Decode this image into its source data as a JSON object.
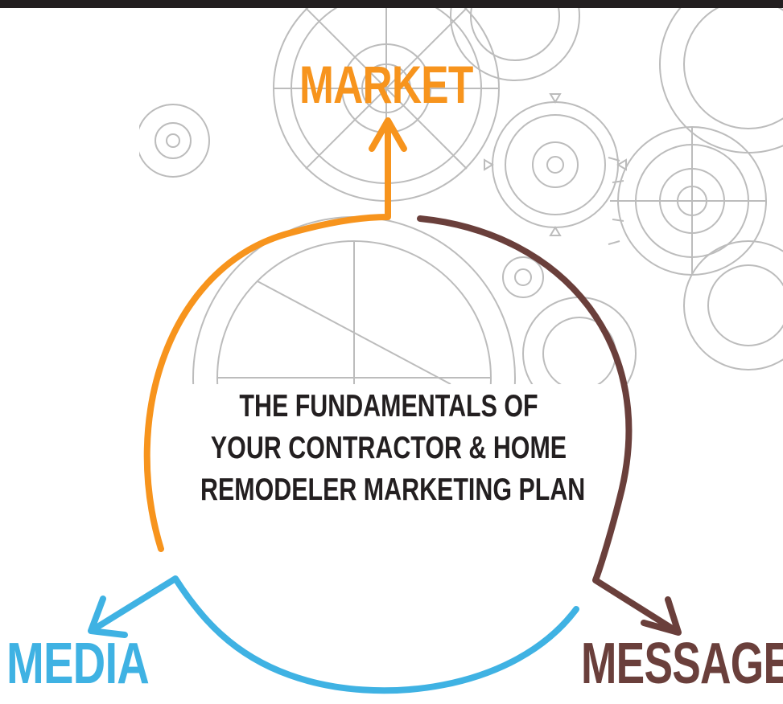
{
  "diagram": {
    "title_lines": [
      "THE FUNDAMENTALS OF",
      "YOUR CONTRACTOR & HOME",
      "REMODELER MARKETING PLAN"
    ],
    "nodes": {
      "market": {
        "label": "MARKET",
        "color": "#f7941d"
      },
      "media": {
        "label": "MEDIA",
        "color": "#3fb2e3"
      },
      "message": {
        "label": "MESSAGE",
        "color": "#6a3f3b"
      }
    },
    "text_color": "#231f20",
    "background_texture": "gears-line-art"
  }
}
